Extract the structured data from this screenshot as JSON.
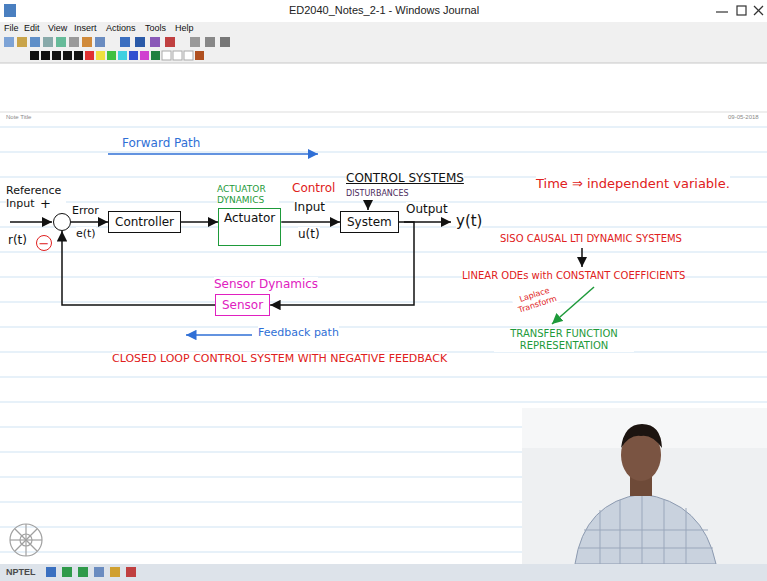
{
  "diagram": {
    "title": "CONTROL SYSTEMS",
    "nodes": [
      {
        "text": [
          "+"
        ]
      },
      {
        "text": [
          "−"
        ]
      },
      {
        "text": [
          "Controller"
        ]
      },
      {
        "text": [
          "ACTUATOR DYNAMICS",
          "Actuator"
        ]
      },
      {
        "text": [
          "System"
        ]
      },
      {
        "text": [
          "Sensor Dynamics",
          "Sensor"
        ]
      }
    ],
    "edges": [
      {
        "from": 0,
        "to": 2,
        "arrow": "to"
      },
      {
        "from": 2,
        "to": 3,
        "arrow": "to"
      },
      {
        "from": 3,
        "to": 4,
        "arrow": "to"
      },
      {
        "from": 4,
        "to": 5,
        "arrow": "to"
      },
      {
        "from": 5,
        "to": 0,
        "arrow": "to"
      }
    ],
    "labels": [
      "ED2040_Notes_2-1 - Windows Journal",
      "File",
      "Edit",
      "View",
      "Insert",
      "Actions",
      "Tools",
      "Help",
      "Note Title",
      "09-05-2018",
      "Forward Path",
      "Reference Input",
      "r(t)",
      "Error",
      "e(t)",
      "Control",
      "Input",
      "u(t)",
      "DISTURBANCES",
      "Output",
      "y(t)",
      "Feedback path",
      "CLOSED LOOP CONTROL SYSTEM WITH NEGATIVE FEEDBACK",
      "Time ⇒ independent variable.",
      "SISO CAUSAL LTI DYNAMIC SYSTEMS",
      "LINEAR ODEs with CONSTANT COEFFICIENTS",
      "Laplace Transform",
      "TRANSFER FUNCTION REPRESENTATION",
      "NPTEL"
    ]
  }
}
